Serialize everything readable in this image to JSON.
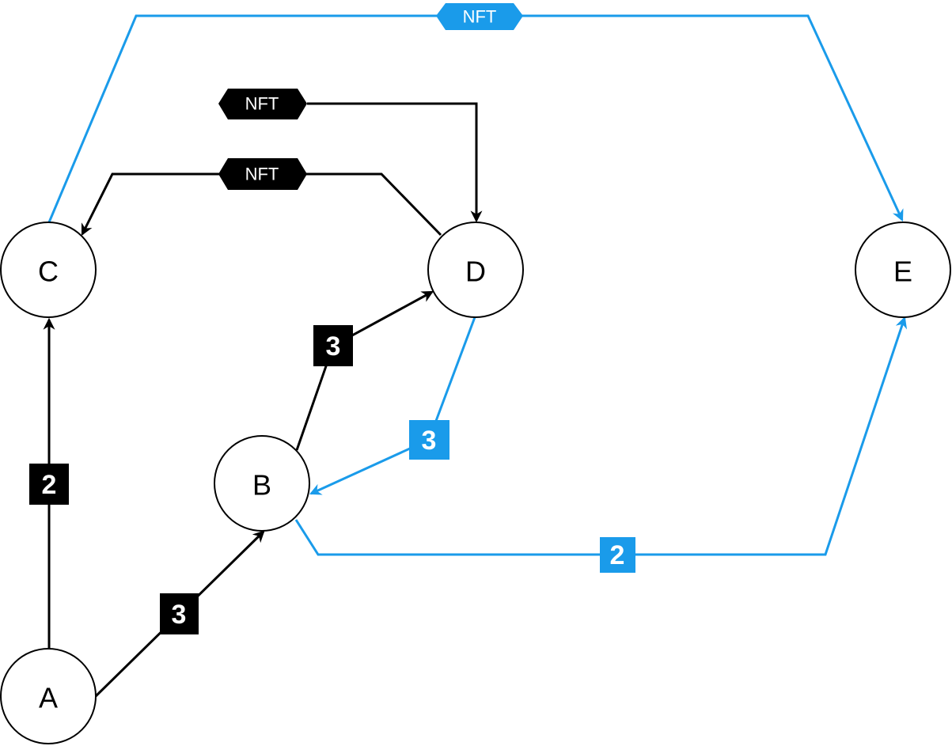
{
  "colors": {
    "black": "#000000",
    "blue": "#1a9bea",
    "background": "#ffffff"
  },
  "nodes": {
    "a": "A",
    "b": "B",
    "c": "C",
    "d": "D",
    "e": "E"
  },
  "edges": {
    "a_to_c": {
      "label": "2",
      "color": "black"
    },
    "a_to_b": {
      "label": "3",
      "color": "black"
    },
    "b_to_d": {
      "label": "3",
      "color": "black"
    },
    "d_to_b": {
      "label": "3",
      "color": "blue"
    },
    "b_to_e": {
      "label": "2",
      "color": "blue"
    },
    "d_to_c": {
      "label": "NFT",
      "color": "black"
    },
    "nft_to_d": {
      "label": "NFT",
      "color": "black"
    },
    "c_to_e": {
      "label": "NFT",
      "color": "blue"
    }
  }
}
